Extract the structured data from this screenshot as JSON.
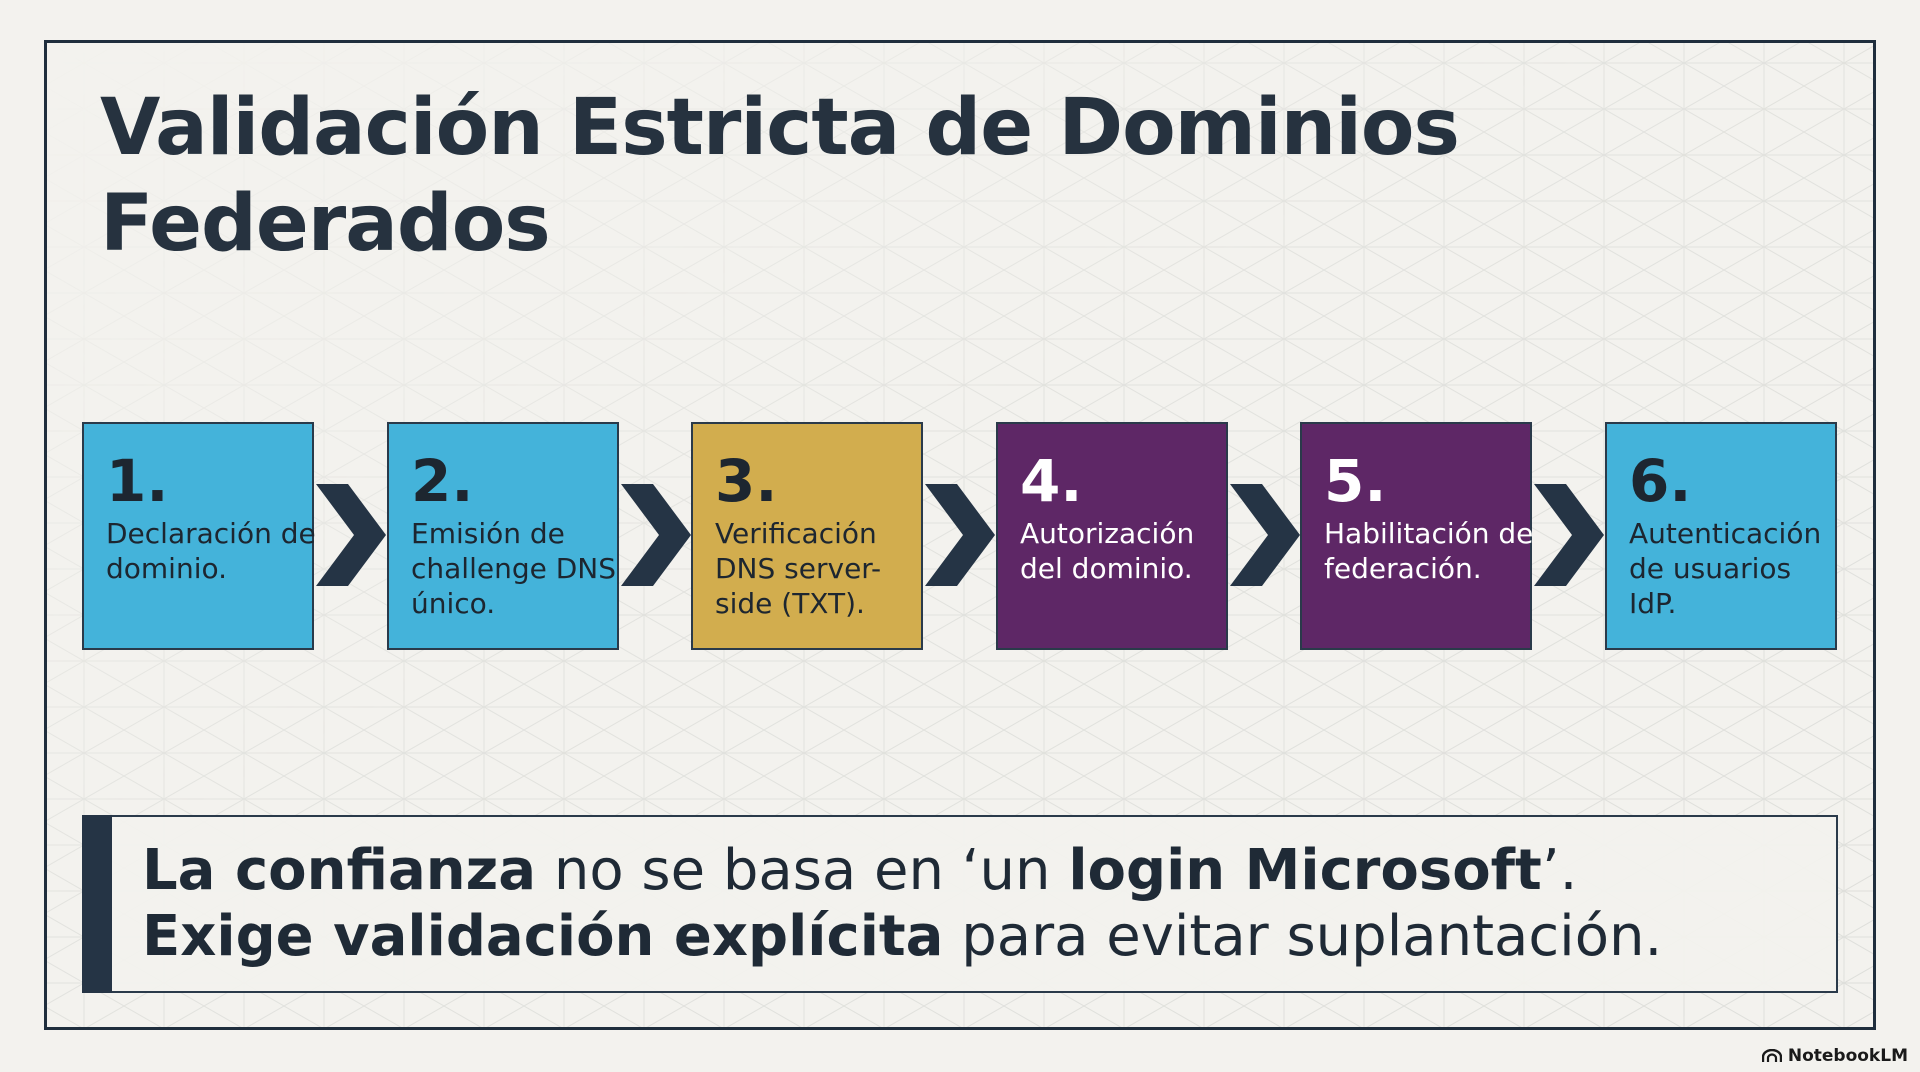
{
  "title": {
    "line1": "Validación Estricta de Dominios",
    "line2": "Federados"
  },
  "colors": {
    "blue": "#44b3da",
    "gold": "#d2ad4e",
    "purple": "#5e2766",
    "navy": "#243342"
  },
  "steps": [
    {
      "number": "1.",
      "text": "Declaración de dominio.",
      "color": "#44b3da",
      "tone": "light"
    },
    {
      "number": "2.",
      "text": "Emisión de challenge DNS único.",
      "color": "#44b3da",
      "tone": "light"
    },
    {
      "number": "3.",
      "text": "Verificación DNS server-side (TXT).",
      "color": "#d2ad4e",
      "tone": "light"
    },
    {
      "number": "4.",
      "text": "Autorización del dominio.",
      "color": "#5e2766",
      "tone": "dark"
    },
    {
      "number": "5.",
      "text": "Habilitación de federación.",
      "color": "#5e2766",
      "tone": "dark"
    },
    {
      "number": "6.",
      "text": "Autenticación de usuarios IdP.",
      "color": "#44b3da",
      "tone": "light"
    }
  ],
  "quote": {
    "line1_bold_a": "La confianza",
    "line1_normal_a": " no se basa en ‘un ",
    "line1_bold_b": "login Microsoft",
    "line1_normal_b": "’.",
    "line2_bold": "Exige validación explícita",
    "line2_normal": " para evitar suplantación."
  },
  "brand": {
    "icon": "notebooklm-logo",
    "label": "NotebookLM"
  }
}
